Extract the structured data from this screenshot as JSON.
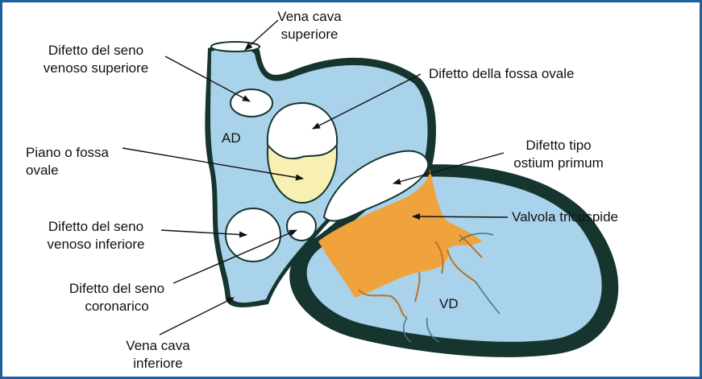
{
  "labels": {
    "vena_cava_superiore": [
      "Vena cava",
      "superiore"
    ],
    "seno_venoso_superiore": [
      "Difetto del seno",
      "venoso superiore"
    ],
    "fossa_ovale_defect": "Difetto della fossa ovale",
    "ad": "AD",
    "piano_fossa": [
      "Piano o fossa",
      "ovale"
    ],
    "ostium_primum": [
      "Difetto tipo",
      "ostium primum"
    ],
    "valvola_tricuspide": "Valvola tricuspide",
    "seno_venoso_inferiore": [
      "Difetto del seno",
      "venoso inferiore"
    ],
    "seno_coronarico": [
      "Difetto del seno",
      "coronarico"
    ],
    "vd": "VD",
    "vena_cava_inferiore": [
      "Vena cava",
      "inferiore"
    ]
  },
  "colors": {
    "frame": "#1f5f9e",
    "chamber": "#a9d3ea",
    "wall": "#17352f",
    "fossa": "#f8efb2",
    "valve": "#f0a23c",
    "defect": "#ffffff"
  }
}
